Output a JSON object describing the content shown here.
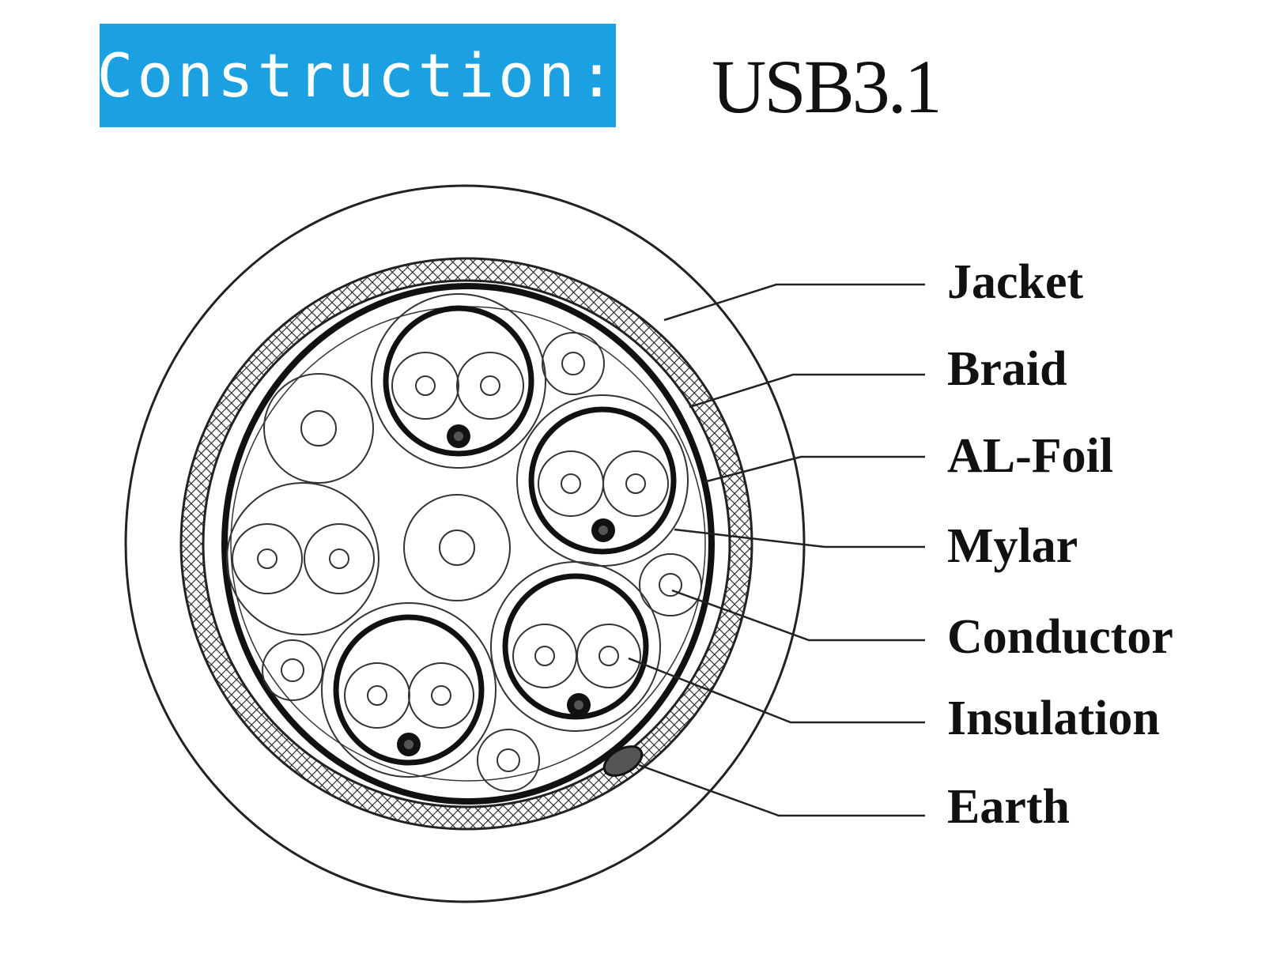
{
  "header": {
    "title": "Construction:",
    "model": "USB3.1",
    "title_bg_color": "#1ba1e2"
  },
  "layers": [
    {
      "id": "jacket",
      "label": "Jacket"
    },
    {
      "id": "braid",
      "label": "Braid"
    },
    {
      "id": "al-foil",
      "label": "AL-Foil"
    },
    {
      "id": "mylar",
      "label": "Mylar"
    },
    {
      "id": "conductor",
      "label": "Conductor"
    },
    {
      "id": "insulation",
      "label": "Insulation"
    },
    {
      "id": "earth",
      "label": "Earth"
    }
  ]
}
